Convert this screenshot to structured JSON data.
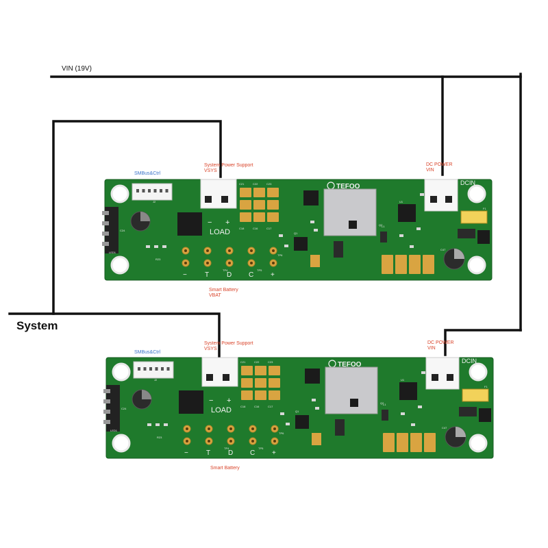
{
  "wires": {
    "vin_label": "VIN (19V)",
    "system_label": "System"
  },
  "colors": {
    "pcb_green": "#1f7a2c",
    "pad_gold": "#d9a441",
    "label_red": "#d9442a",
    "label_blue": "#3b73c9",
    "wire": "#111111"
  },
  "boards": [
    {
      "brand": "TEFOO",
      "load_label": "LOAD",
      "dcin_label": "DCIN",
      "minus_sign": "−",
      "plus_sign": "+",
      "smbus_label": "SMBus&Ctrl",
      "vsys_label": "System Power Support\nVSYS",
      "dcpower_label": "DC POWER\nVIN",
      "battery_label": "Smart Battery\nVBAT",
      "battery_pins": [
        "−",
        "T",
        "D",
        "C",
        "+"
      ],
      "component_labels": [
        "C21",
        "C22",
        "C23",
        "C18",
        "C16",
        "C17",
        "C24",
        "LED1",
        "R23",
        "TP4",
        "TP5",
        "TP6",
        "L1",
        "C47",
        "F1",
        "J2",
        "Q1",
        "Q2",
        "U1"
      ]
    },
    {
      "brand": "TEFOO",
      "load_label": "LOAD",
      "dcin_label": "DCIN",
      "minus_sign": "−",
      "plus_sign": "+",
      "smbus_label": "SMBus&Ctrl",
      "vsys_label": "System Power Support\nVSYS",
      "dcpower_label": "DC POWER\nVIN",
      "battery_label": "Smart Battery",
      "battery_pins": [
        "−",
        "T",
        "D",
        "C",
        "+"
      ],
      "component_labels": [
        "C21",
        "C22",
        "C23",
        "C18",
        "C16",
        "C17",
        "C24",
        "LED1",
        "R23",
        "TP4",
        "TP5",
        "TP6",
        "L1",
        "C47",
        "F1",
        "J2",
        "Q1",
        "Q2",
        "U1"
      ]
    }
  ]
}
